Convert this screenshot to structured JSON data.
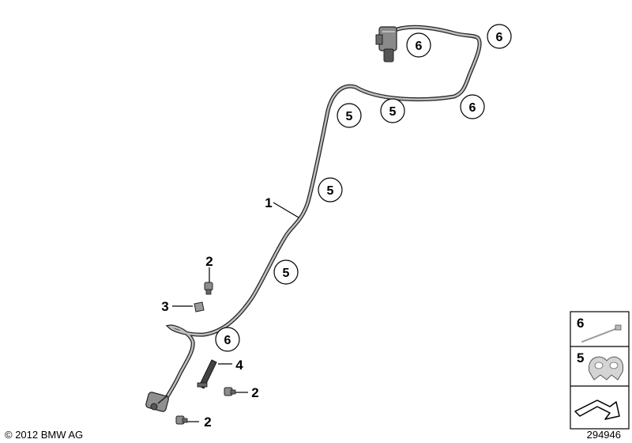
{
  "callouts": {
    "c6_top_a": "6",
    "c6_top_b": "6",
    "c5_upper_a": "5",
    "c5_upper_b": "5",
    "c6_right": "6",
    "c5_mid": "5",
    "c5_lower": "5",
    "c6_bottom": "6"
  },
  "labels": {
    "l1": "1",
    "l2_top": "2",
    "l3": "3",
    "l4": "4",
    "l2_mid": "2",
    "l2_bottom": "2"
  },
  "legend": {
    "item_6": "6",
    "item_5": "5"
  },
  "footer": {
    "copyright": "© 2012 BMW AG",
    "diagram_number": "294946"
  }
}
